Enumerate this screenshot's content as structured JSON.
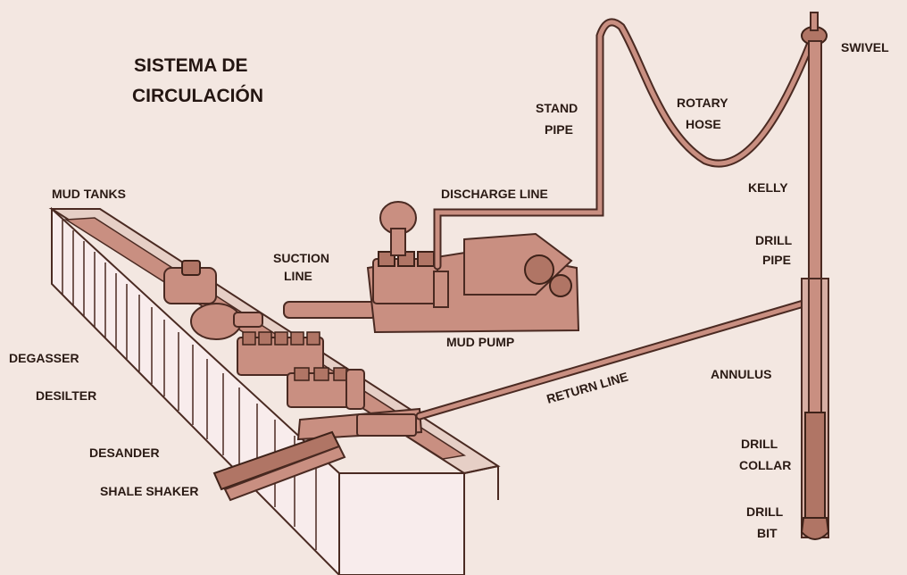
{
  "title": {
    "line1": "SISTEMA DE",
    "line2": "CIRCULACIÓN"
  },
  "labels": {
    "mud_tanks": "MUD TANKS",
    "suction_line": [
      "SUCTION",
      "LINE"
    ],
    "discharge_line": "DISCHARGE LINE",
    "stand_pipe": [
      "STAND",
      "PIPE"
    ],
    "rotary_hose": [
      "ROTARY",
      "HOSE"
    ],
    "swivel": "SWIVEL",
    "kelly": "KELLY",
    "drill_pipe": [
      "DRILL",
      "PIPE"
    ],
    "mud_pump": "MUD PUMP",
    "return_line": "RETURN LINE",
    "annulus": "ANNULUS",
    "degasser": "DEGASSER",
    "desilter": "DESILTER",
    "desander": "DESANDER",
    "shale_shaker": "SHALE SHAKER",
    "drill_collar": [
      "DRILL",
      "COLLAR"
    ],
    "drill_bit": [
      "DRILL",
      "BIT"
    ]
  },
  "colors": {
    "background": "#f3e7e1",
    "equipment": "#c98f81",
    "outline": "#4a2a22",
    "tank_front": "#f8ecec"
  }
}
